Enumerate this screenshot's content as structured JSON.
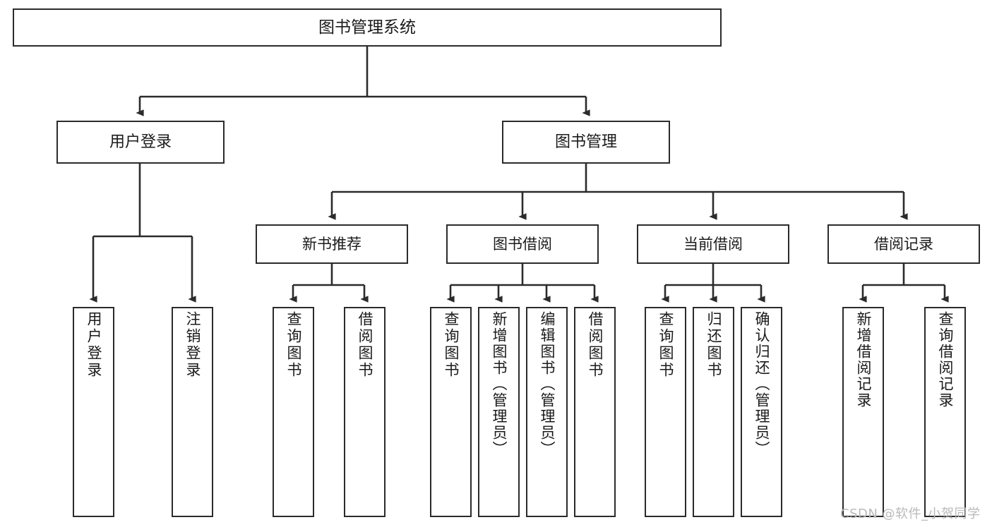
{
  "diagram": {
    "title": "图书管理系统",
    "type": "hierarchy-tree",
    "root": {
      "label": "图书管理系统"
    },
    "level2": [
      {
        "label": "用户登录"
      },
      {
        "label": "图书管理"
      }
    ],
    "level3": [
      {
        "label": "新书推荐"
      },
      {
        "label": "图书借阅"
      },
      {
        "label": "当前借阅"
      },
      {
        "label": "借阅记录"
      }
    ],
    "leaves": {
      "user_login": [
        {
          "label": "用户登录"
        },
        {
          "label": "注销登录"
        }
      ],
      "new_book_recommend": [
        {
          "label": "查询图书"
        },
        {
          "label": "借阅图书"
        }
      ],
      "book_borrow": [
        {
          "label": "查询图书"
        },
        {
          "label": "新增图书（管理员）"
        },
        {
          "label": "编辑图书（管理员）"
        },
        {
          "label": "借阅图书"
        }
      ],
      "current_borrow": [
        {
          "label": "查询图书"
        },
        {
          "label": "归还图书"
        },
        {
          "label": "确认归还（管理员）"
        }
      ],
      "borrow_record": [
        {
          "label": "新增借阅记录"
        },
        {
          "label": "查询借阅记录"
        }
      ]
    }
  },
  "watermark": {
    "text": "CSDN @软件_小贺同学"
  },
  "colors": {
    "border": "#2b2b2b",
    "background": "#ffffff",
    "text": "#1a1a1a",
    "watermark": "#b9b9b9"
  }
}
